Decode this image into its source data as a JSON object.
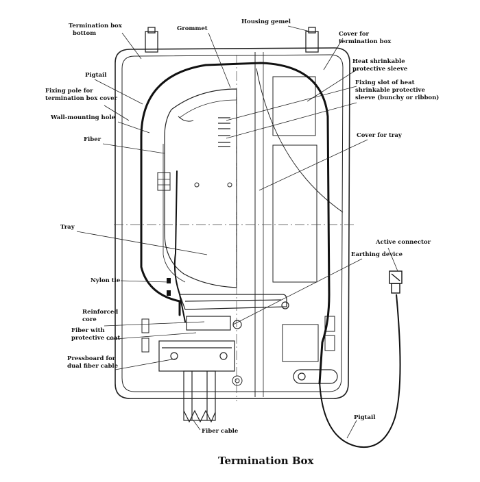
{
  "caption": "Termination Box",
  "labels": {
    "termination_box_bottom_1": "Termination box",
    "termination_box_bottom_2": "bottom",
    "grommet": "Grommet",
    "housing_gemel": "Housing gemel",
    "cover_box_1": "Cover for",
    "cover_box_2": "termination box",
    "heat_sleeve_1": "Heat shrinkable",
    "heat_sleeve_2": "protective sleeve",
    "fixing_slot_1": "Fixing slot of heat",
    "fixing_slot_2": "shrinkable protective",
    "fixing_slot_3": "sleeve (bunchy or ribbon)",
    "pigtail_top": "Pigtail",
    "fixing_pole_1": "Fixing pole for",
    "fixing_pole_2": "termination box cover",
    "wall_mounting": "Wall-mounting hole",
    "fiber": "Fiber",
    "cover_tray": "Cover for tray",
    "tray": "Tray",
    "active_connector": "Active connector",
    "earthing_device": "Earthing device",
    "nylon_tie": "Nylon tie",
    "reinforced_1": "Reinforced",
    "reinforced_2": "core",
    "fiber_coat_1": "Fiber with",
    "fiber_coat_2": "protective coat",
    "pressboard_1": "Pressboard for",
    "pressboard_2": "dual fiber cable",
    "fiber_cable": "Fiber cable",
    "pigtail_bottom": "Pigtail"
  }
}
